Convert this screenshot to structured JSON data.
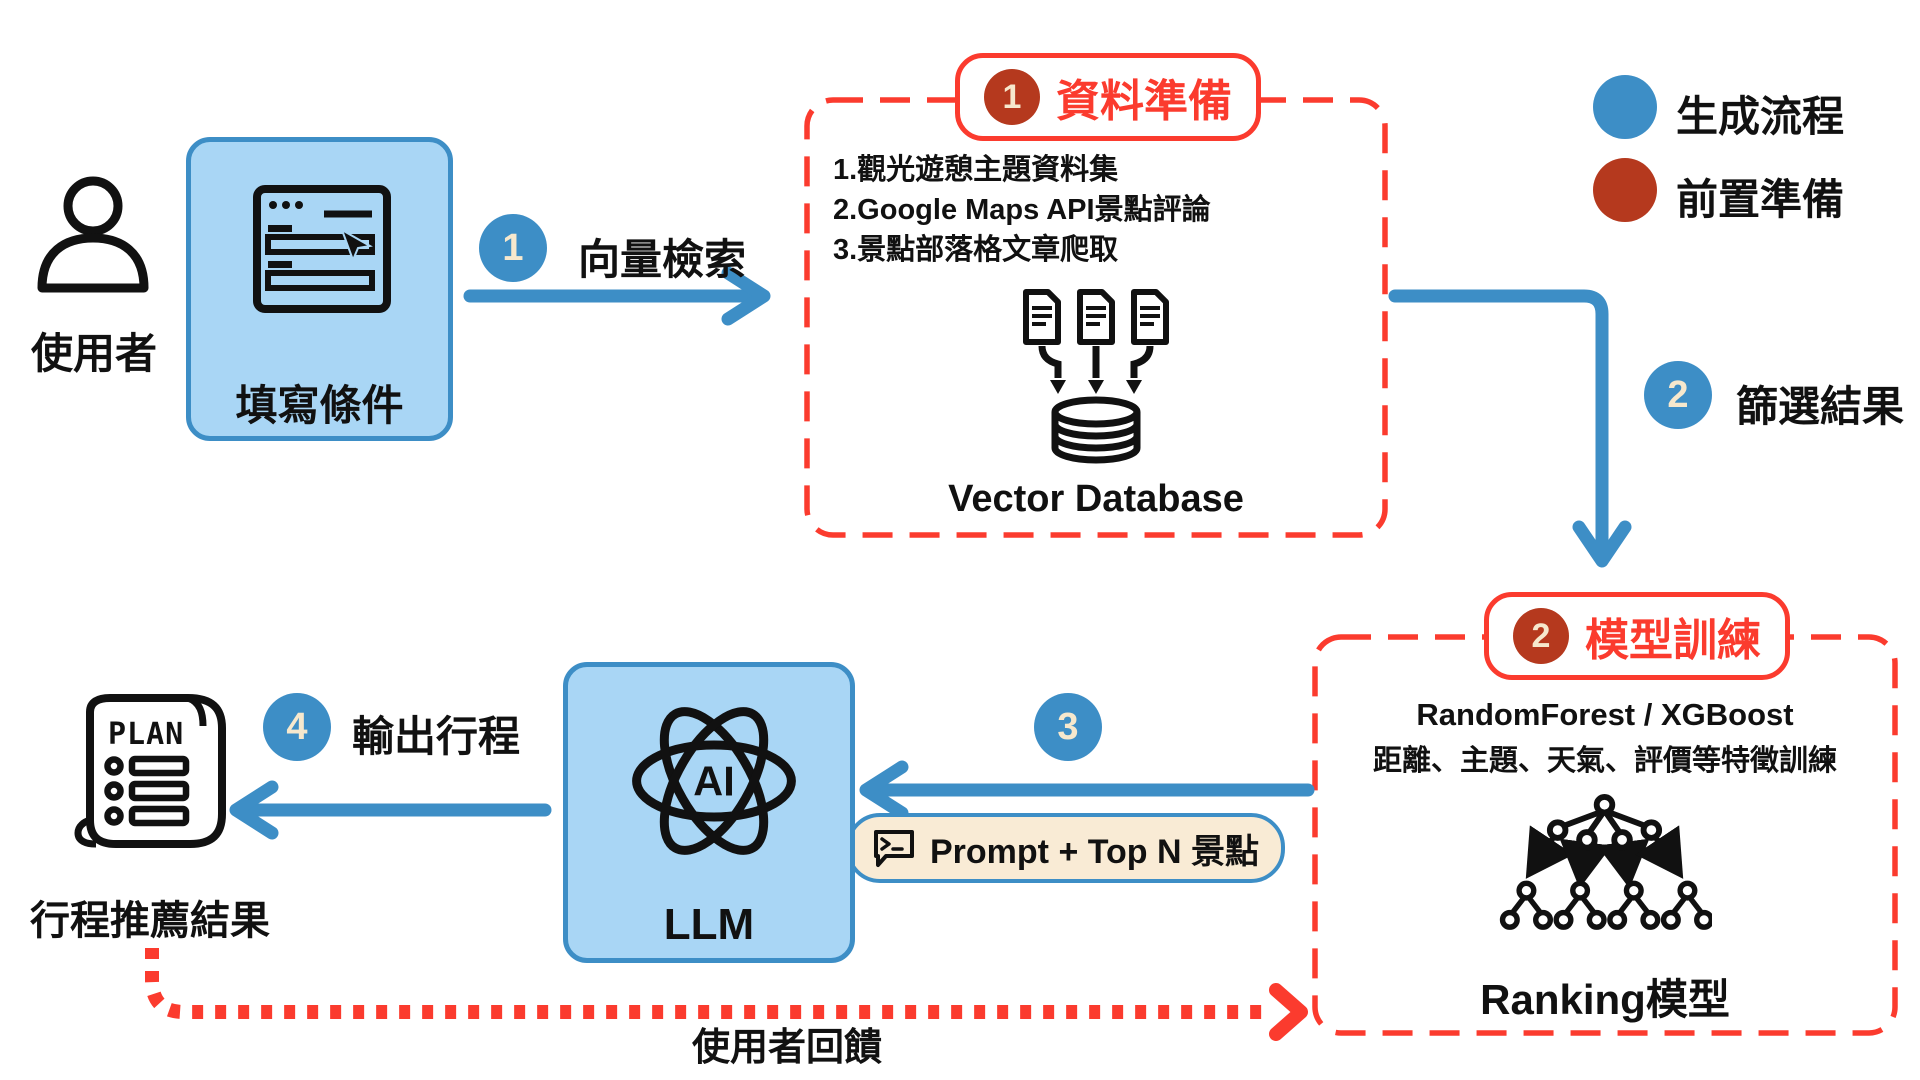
{
  "legend": {
    "generation": "生成流程",
    "preparation": "前置準備"
  },
  "user": {
    "label": "使用者"
  },
  "input_box": {
    "label": "填寫條件"
  },
  "steps": {
    "step1": {
      "num": "1",
      "label": "向量檢索"
    },
    "step2": {
      "num": "2",
      "label": "篩選結果"
    },
    "step3": {
      "num": "3"
    },
    "step4": {
      "num": "4",
      "label": "輸出行程"
    }
  },
  "data_prep": {
    "badge_num": "1",
    "title": "資料準備",
    "items": [
      "1.觀光遊憩主題資料集",
      "2.Google Maps API景點評論",
      "3.景點部落格文章爬取"
    ],
    "db_label": "Vector Database"
  },
  "model_training": {
    "badge_num": "2",
    "title": "模型訓練",
    "line1": "RandomForest / XGBoost",
    "line2": "距離、主題、天氣、評價等特徵訓練",
    "model_label": "Ranking模型"
  },
  "prompt_pill": {
    "label": "Prompt + Top N 景點"
  },
  "llm": {
    "label": "LLM",
    "icon_text": "AI"
  },
  "plan": {
    "icon_text": "PLAN",
    "label": "行程推薦結果"
  },
  "feedback": {
    "label": "使用者回饋"
  },
  "colors": {
    "flow_blue": "#3D8EC6",
    "light_blue_fill": "#A9D6F5",
    "red": "#FB3B2E",
    "dark_red": "#B5391E",
    "cream": "#F6E8CD",
    "pill_bg": "#F9EBD5",
    "text": "#111111"
  }
}
